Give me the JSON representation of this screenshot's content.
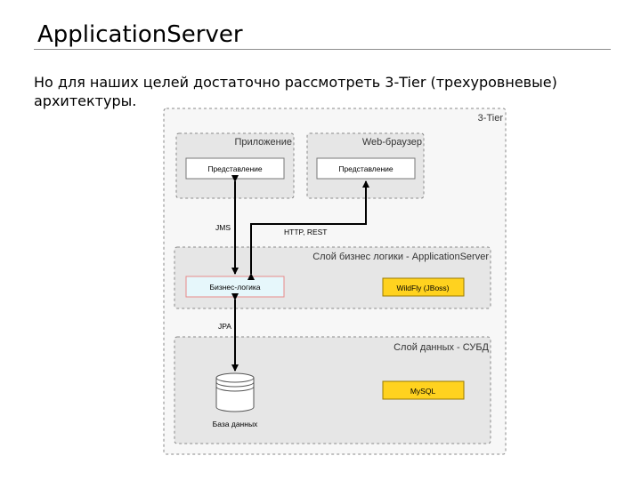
{
  "slide": {
    "title": "ApplicationServer",
    "subtitle": "Но для наших целей достаточно рассмотреть 3-Tier (трехуровневые) архитектуры."
  },
  "diagram": {
    "outer_label": "3-Tier",
    "groups": {
      "app": "Приложение",
      "browser": "Web-браузер",
      "business": "Слой бизнес логики - ApplicationServer",
      "data": "Слой данных - СУБД"
    },
    "boxes": {
      "app_presentation": "Представление",
      "browser_presentation": "Представление",
      "business_logic": "Бизнес-логика",
      "wildfly": "WildFly (JBoss)",
      "mysql": "MySQL",
      "database": "База данных"
    },
    "edges": {
      "jms": "JMS",
      "http_rest": "HTTP, REST",
      "jpa": "JPA"
    },
    "colors": {
      "group_fill": "#e6e6e6",
      "box_fill": "#ffffff",
      "business_logic_fill": "#e6f7fb",
      "business_logic_border": "#e88a8a",
      "server_fill": "#ffd21f",
      "server_border": "#9a7b00",
      "arrow": "#000000"
    }
  }
}
